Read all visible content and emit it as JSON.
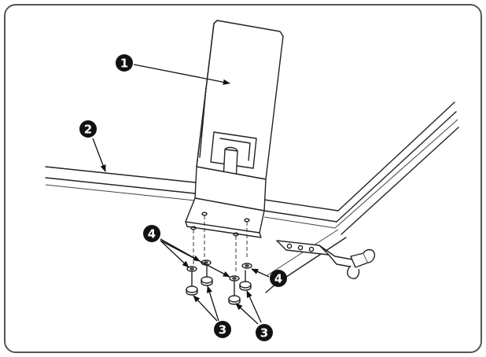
{
  "callouts": [
    {
      "id": "c1",
      "label": "1"
    },
    {
      "id": "c2",
      "label": "2"
    },
    {
      "id": "c3a",
      "label": "3"
    },
    {
      "id": "c3b",
      "label": "3"
    },
    {
      "id": "c4a",
      "label": "4"
    },
    {
      "id": "c4b",
      "label": "4"
    }
  ],
  "colors": {
    "frame": "#444444",
    "line": "#222222",
    "callout_fill": "#111111"
  }
}
